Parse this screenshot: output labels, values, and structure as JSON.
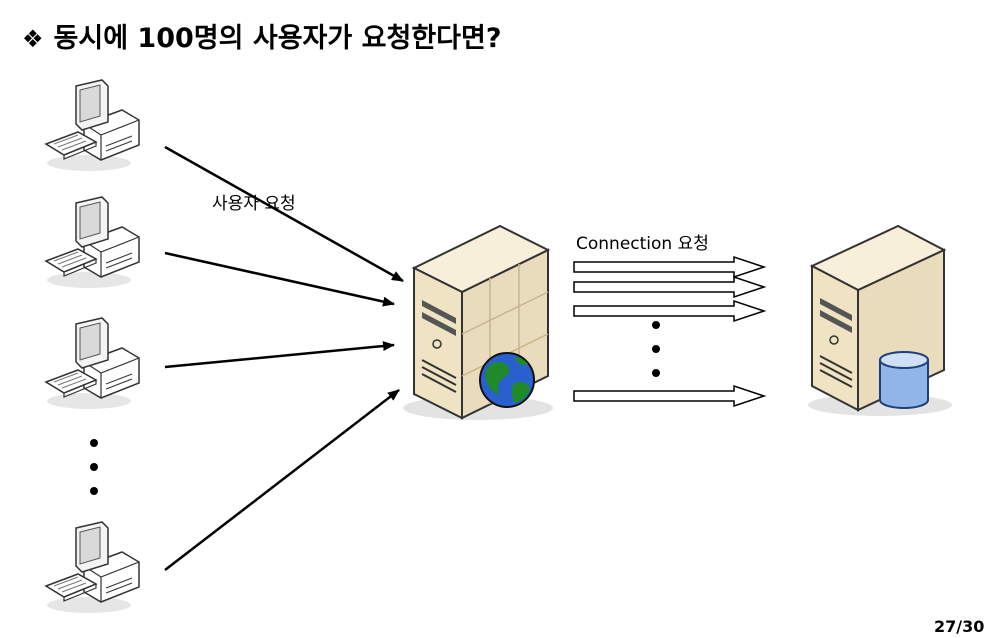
{
  "title": {
    "bullet": "❖",
    "text": "동시에 100명의 사용자가 요청한다면?"
  },
  "labels": {
    "user_request": "사용자 요청",
    "connection_request": "Connection 요청"
  },
  "page_number": "27/30",
  "icons": {
    "client": "desktop-computer-icon",
    "web_server": "web-server-globe-icon",
    "db_server": "database-server-icon"
  },
  "colors": {
    "server_body": "#f2e8cf",
    "server_dark": "#c8b38a",
    "globe_water": "#2a5fd0",
    "globe_land": "#1f8a2a",
    "db_cylinder": "#8fb6e6"
  }
}
